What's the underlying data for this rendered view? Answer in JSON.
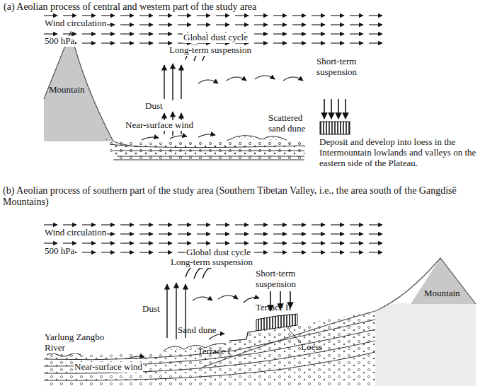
{
  "diagram": {
    "labels": [
      "(a) Aeolian process of central and western part of the study area",
      "Wind circulation",
      "500 hPa",
      "Global dust cycle",
      "Long-term suspension",
      "Mountain",
      "Dust",
      "Short-term suspension",
      "Near-surface wind",
      "Scattered sand dune",
      "Deposit and develop into loess in the Intermountain lowlands and valleys on the eastern side of the Plateau.",
      "(b) Aeolian process of southern part of the study area (Southern Tibetan Valley, i.e., the area south of the Gangdisê Mountains)",
      "Wind circulation",
      "500 hPa",
      "Global dust cycle",
      "Long-term suspension",
      "Short-term suspension",
      "Dust",
      "Mountain",
      "Yarlung Zangbo River",
      "Sand dune",
      "Near-surface wind",
      "Terrace I",
      "Terrace II",
      "Loess"
    ]
  }
}
